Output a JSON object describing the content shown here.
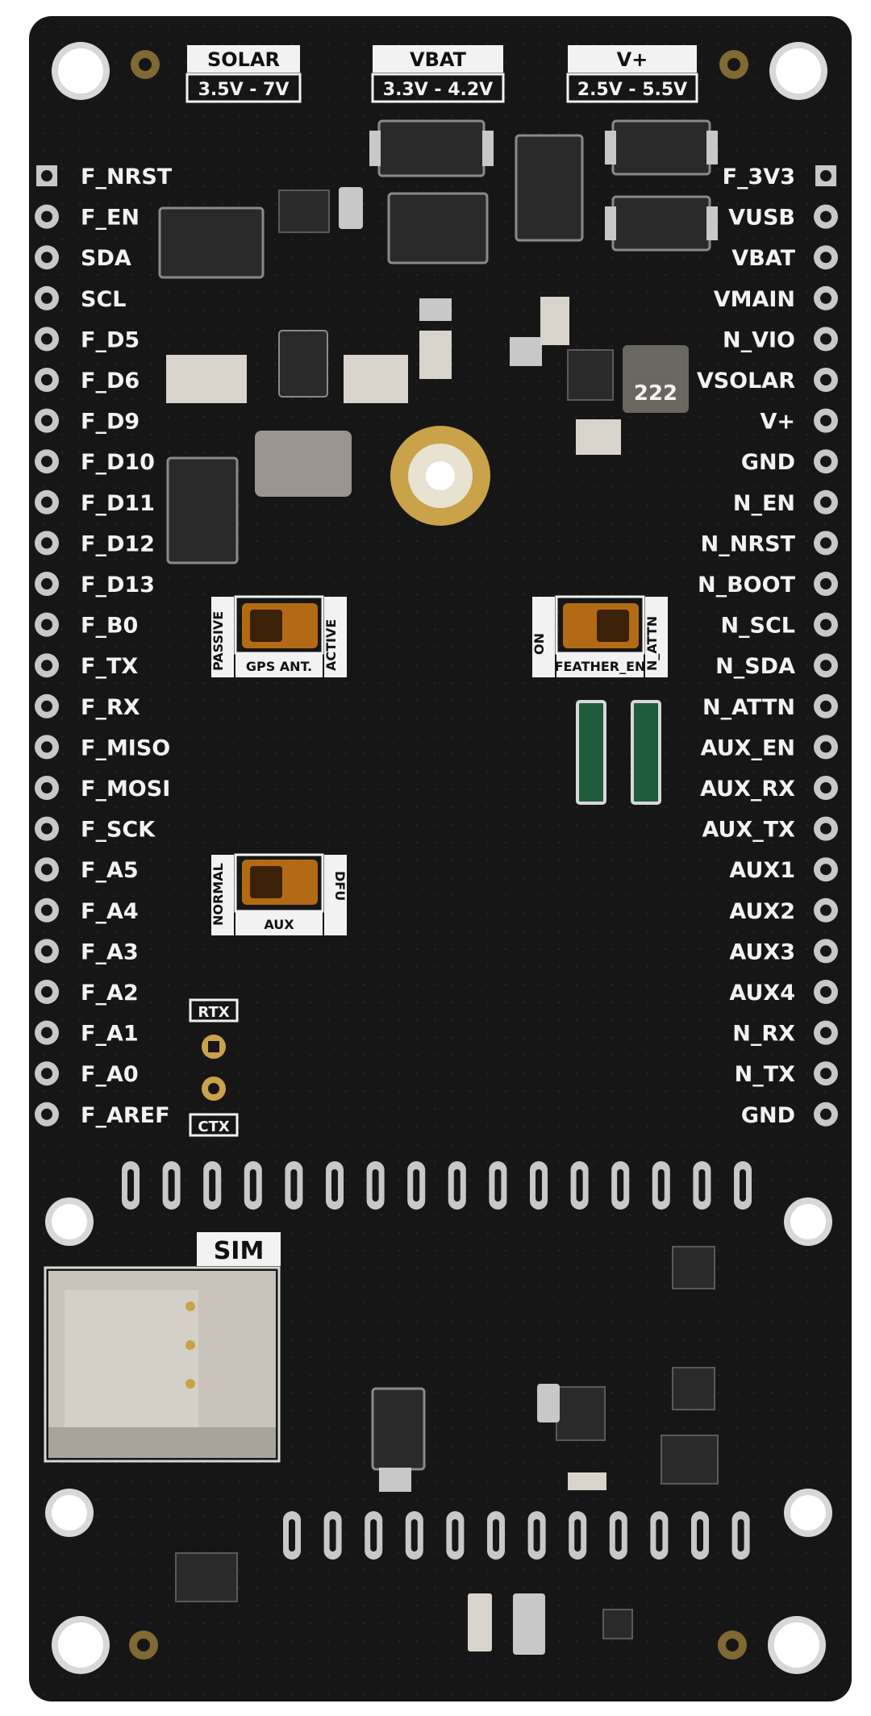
{
  "power_boxes": [
    {
      "name": "SOLAR",
      "range": "3.5V - 7V"
    },
    {
      "name": "VBAT",
      "range": "3.3V - 4.2V"
    },
    {
      "name": "V+",
      "range": "2.5V - 5.5V"
    }
  ],
  "left_pins": [
    "F_NRST",
    "F_EN",
    "SDA",
    "SCL",
    "F_D5",
    "F_D6",
    "F_D9",
    "F_D10",
    "F_D11",
    "F_D12",
    "F_D13",
    "F_B0",
    "F_TX",
    "F_RX",
    "F_MISO",
    "F_MOSI",
    "F_SCK",
    "F_A5",
    "F_A4",
    "F_A3",
    "F_A2",
    "F_A1",
    "F_A0",
    "F_AREF"
  ],
  "right_pins": [
    "F_3V3",
    "VUSB",
    "VBAT",
    "VMAIN",
    "N_VIO",
    "VSOLAR",
    "V+",
    "GND",
    "N_EN",
    "N_NRST",
    "N_BOOT",
    "N_SCL",
    "N_SDA",
    "N_ATTN",
    "AUX_EN",
    "AUX_RX",
    "AUX_TX",
    "AUX1",
    "AUX2",
    "AUX3",
    "AUX4",
    "N_RX",
    "N_TX",
    "GND"
  ],
  "switches": {
    "gps": {
      "left": "PASSIVE",
      "right": "ACTIVE",
      "bottom": "GPS ANT."
    },
    "feather": {
      "left": "ON",
      "right": "N_ATTN",
      "bottom": "FEATHER_EN"
    },
    "aux": {
      "left": "NORMAL",
      "right": "DFU",
      "bottom": "AUX"
    }
  },
  "rtx_label": "RTX",
  "ctx_label": "CTX",
  "sim_label": "SIM",
  "inductor_label": "222",
  "colors": {
    "pcb": "#161616",
    "silk": "#f2f2f2",
    "gold": "#c9a24a",
    "pad": "#c8c8c8"
  }
}
